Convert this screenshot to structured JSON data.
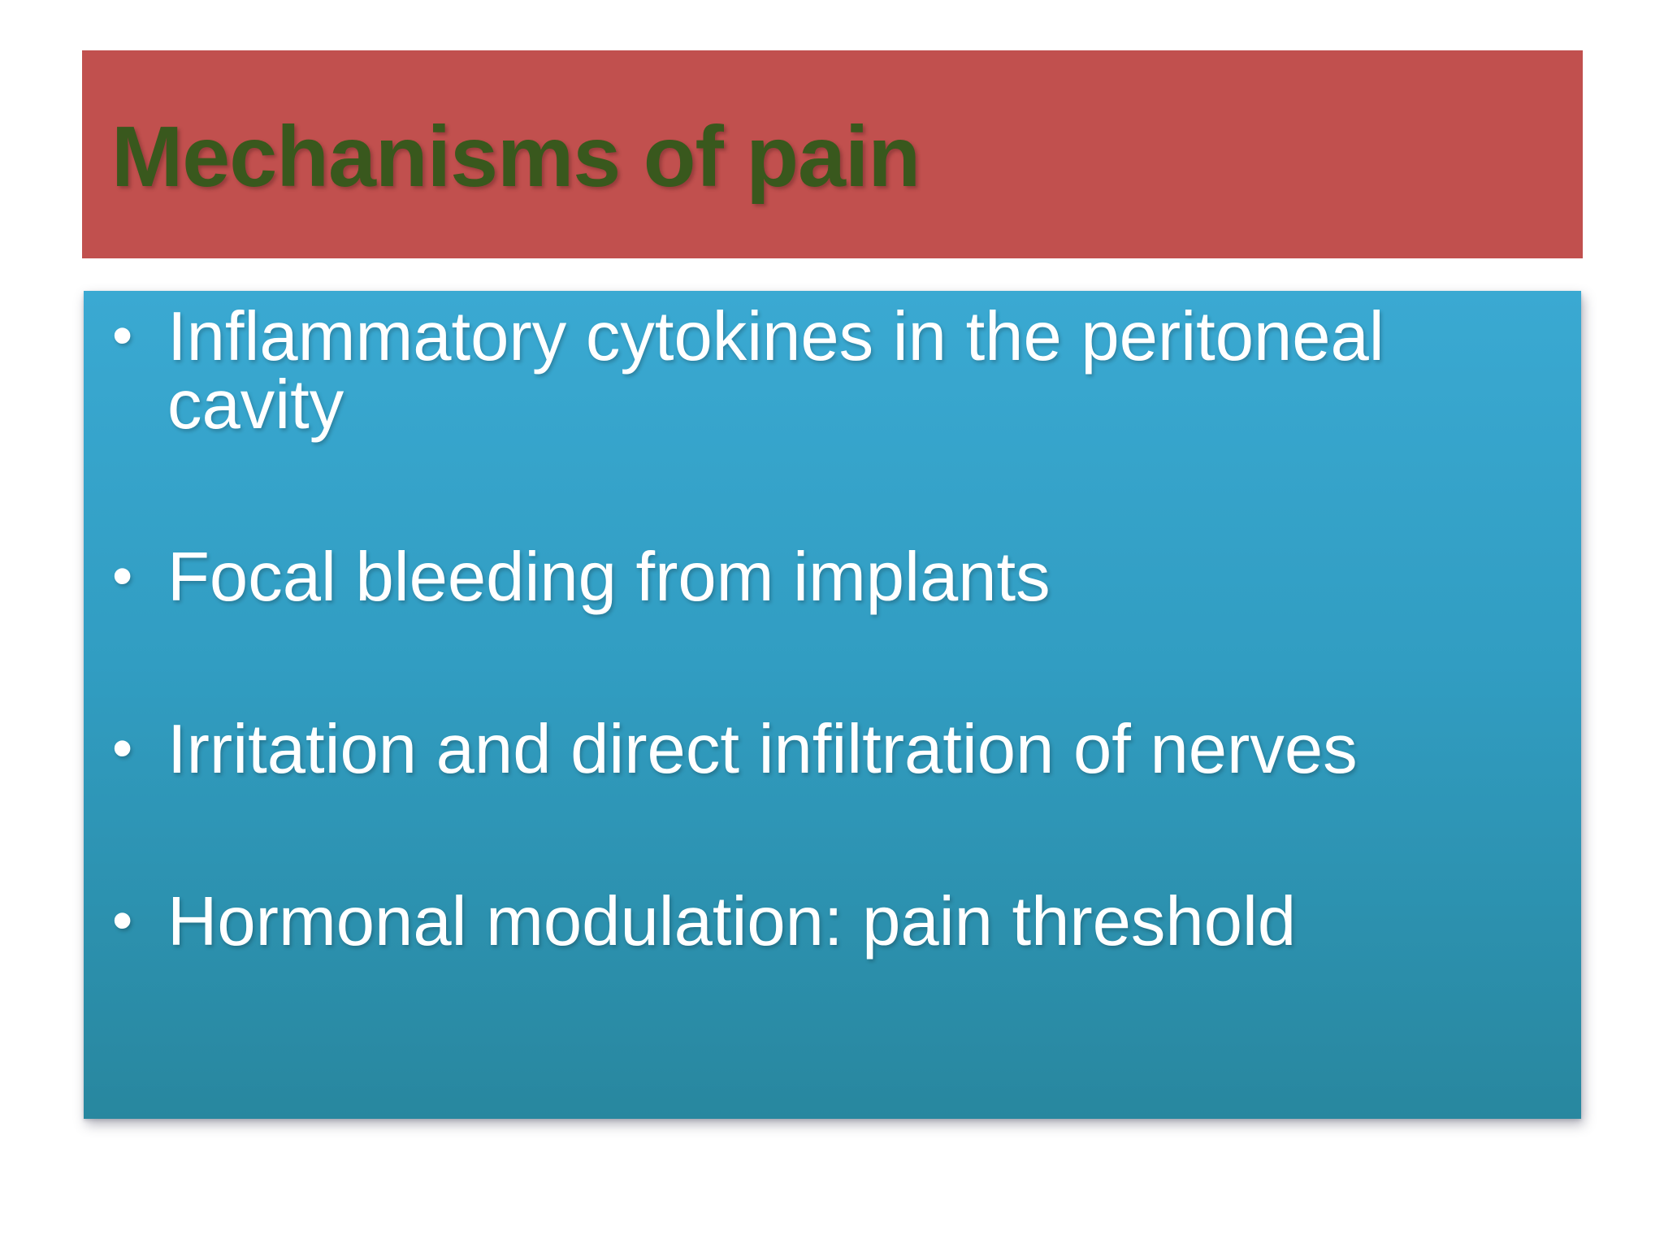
{
  "slide": {
    "title": "Mechanisms of pain",
    "bullet_glyph": "•",
    "bullets": [
      {
        "text": "Inflammatory cytokines in the peritoneal\ncavity"
      },
      {
        "text": "Focal bleeding from implants"
      },
      {
        "text": "Irritation and direct infiltration of nerves"
      },
      {
        "text": "Hormonal modulation: pain threshold"
      }
    ],
    "colors": {
      "page_bg": "#ffffff",
      "title_bar_bg": "#c1504e",
      "title_text": "#39581d",
      "content_top": "#3aa9d2",
      "content_bottom": "#28879f",
      "body_text": "#ffffff"
    }
  }
}
